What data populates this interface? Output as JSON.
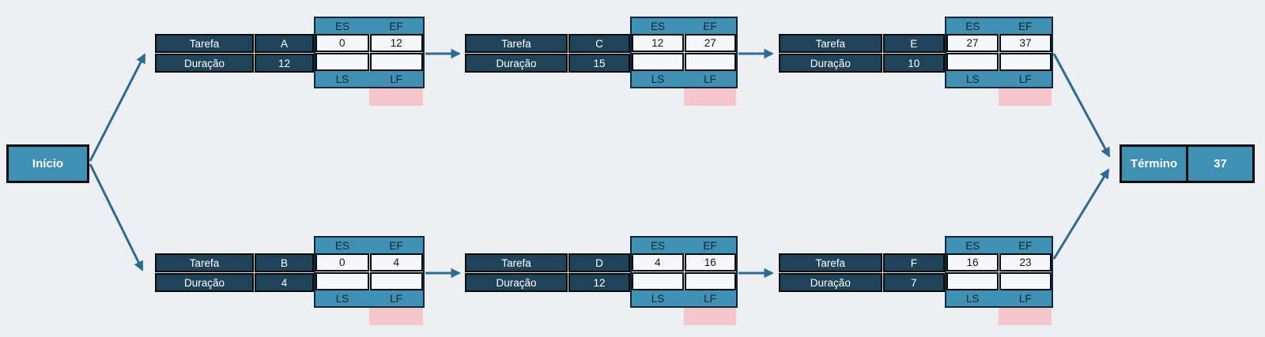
{
  "diagram": {
    "start_label": "Início",
    "end_label": "Término",
    "end_value": "37",
    "field_labels": {
      "task": "Tarefa",
      "duration": "Duração",
      "es": "ES",
      "ef": "EF",
      "ls": "LS",
      "lf": "LF"
    },
    "tasks": [
      {
        "id": "A",
        "duration": "12",
        "es": "0",
        "ef": "12",
        "ls": "",
        "lf": ""
      },
      {
        "id": "C",
        "duration": "15",
        "es": "12",
        "ef": "27",
        "ls": "",
        "lf": ""
      },
      {
        "id": "E",
        "duration": "10",
        "es": "27",
        "ef": "37",
        "ls": "",
        "lf": ""
      },
      {
        "id": "B",
        "duration": "4",
        "es": "0",
        "ef": "4",
        "ls": "",
        "lf": ""
      },
      {
        "id": "D",
        "duration": "12",
        "es": "4",
        "ef": "16",
        "ls": "",
        "lf": ""
      },
      {
        "id": "F",
        "duration": "7",
        "es": "16",
        "ef": "23",
        "ls": "",
        "lf": ""
      }
    ],
    "edges": [
      {
        "from": "Início",
        "to": "A"
      },
      {
        "from": "Início",
        "to": "B"
      },
      {
        "from": "A",
        "to": "C"
      },
      {
        "from": "C",
        "to": "E"
      },
      {
        "from": "E",
        "to": "Término"
      },
      {
        "from": "B",
        "to": "D"
      },
      {
        "from": "D",
        "to": "F"
      },
      {
        "from": "F",
        "to": "Término"
      }
    ],
    "colors": {
      "background": "#edeff3",
      "teal": "#4090b4",
      "navy": "#1f4459",
      "pink": "#f6c6cd",
      "arrow": "#2d6b94",
      "border": "#0b0b0b"
    }
  }
}
